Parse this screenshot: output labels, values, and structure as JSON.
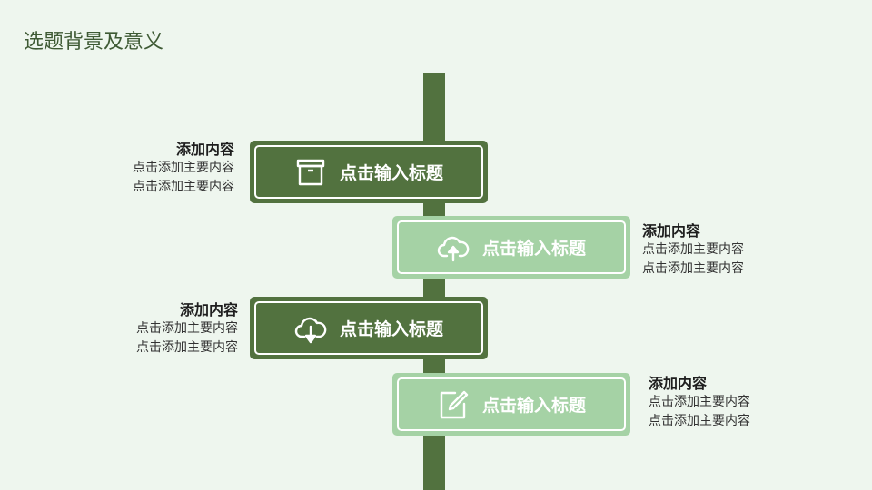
{
  "slide": {
    "title": "选题背景及意义",
    "colors": {
      "background": "#eef6ee",
      "dark_green": "#52723f",
      "light_green": "#a5d2a5",
      "title_color": "#3e5a34"
    }
  },
  "signs": [
    {
      "label": "点击输入标题",
      "icon": "box-icon",
      "style": "dark",
      "note": {
        "heading": "添加内容",
        "lines": [
          "点击添加主要内容",
          "点击添加主要内容"
        ],
        "side": "left"
      }
    },
    {
      "label": "点击输入标题",
      "icon": "cloud-upload-icon",
      "style": "light",
      "note": {
        "heading": "添加内容",
        "lines": [
          "点击添加主要内容",
          "点击添加主要内容"
        ],
        "side": "right"
      }
    },
    {
      "label": "点击输入标题",
      "icon": "cloud-download-icon",
      "style": "dark",
      "note": {
        "heading": "添加内容",
        "lines": [
          "点击添加主要内容",
          "点击添加主要内容"
        ],
        "side": "left"
      }
    },
    {
      "label": "点击输入标题",
      "icon": "edit-icon",
      "style": "light",
      "note": {
        "heading": "添加内容",
        "lines": [
          "点击添加主要内容",
          "点击添加主要内容"
        ],
        "side": "right"
      }
    }
  ]
}
